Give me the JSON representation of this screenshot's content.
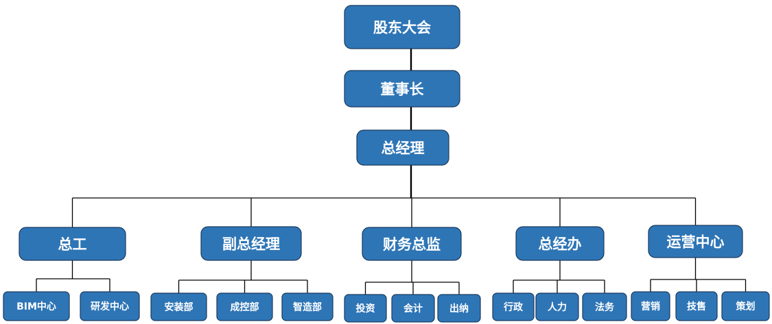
{
  "org": {
    "root": "股东大会",
    "chain": [
      "董事长",
      "总经理"
    ],
    "departments": [
      {
        "name": "总工",
        "children": [
          "BIM中心",
          "研发中心"
        ]
      },
      {
        "name": "副总经理",
        "children": [
          "安装部",
          "成控部",
          "智造部"
        ]
      },
      {
        "name": "财务总监",
        "children": [
          "投资",
          "会计",
          "出纳"
        ]
      },
      {
        "name": "总经办",
        "children": [
          "行政",
          "人力",
          "法务"
        ]
      },
      {
        "name": "运营中心",
        "children": [
          "营销",
          "技售",
          "策划"
        ]
      }
    ]
  },
  "colors": {
    "box_fill": "#2e75b6",
    "box_border": "#1b3a5c",
    "text": "#ffffff",
    "connector": "#000000"
  }
}
